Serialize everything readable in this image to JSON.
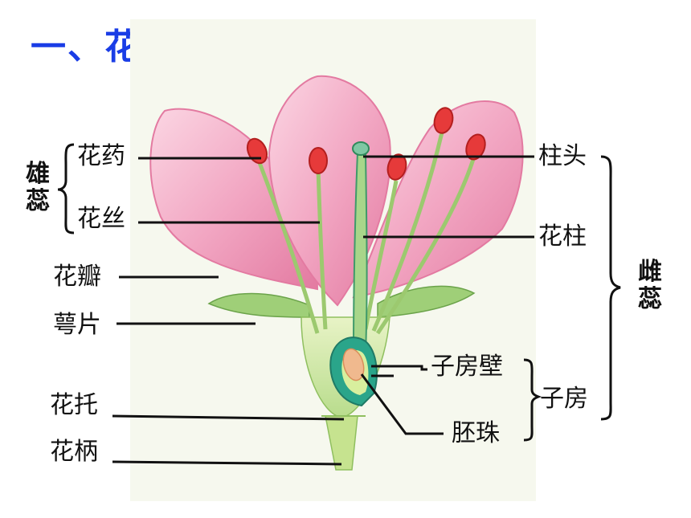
{
  "title": "一、花的结构",
  "labels": {
    "anther": "花药",
    "filament": "花丝",
    "stamen": "雄蕊",
    "petal": "花瓣",
    "sepal": "萼片",
    "receptacle": "花托",
    "pedicel": "花柄",
    "stigma": "柱头",
    "style": "花柱",
    "pistil": "雌蕊",
    "ovary_wall": "子房壁",
    "ovule": "胚珠",
    "ovary": "子房"
  },
  "colors": {
    "title": "#1a3de6",
    "petal": "#f2a7c3",
    "petal_dark": "#e3789f",
    "sepal": "#9fcf78",
    "stem": "#c6e38f",
    "anther": "#e63a3a"
  }
}
